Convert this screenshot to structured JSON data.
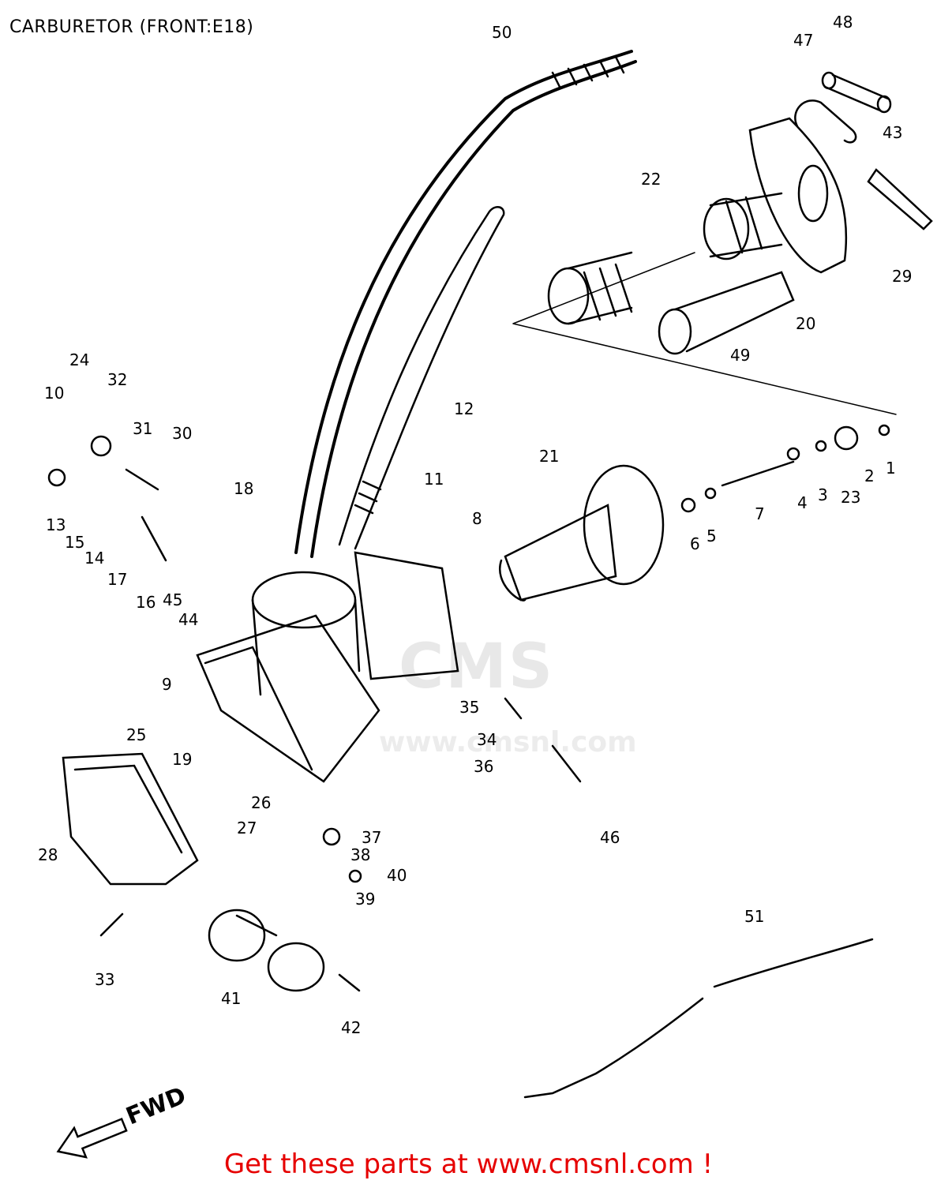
{
  "title": "CARBURETOR (FRONT:E18)",
  "footer": "Get these parts at www.cmsnl.com !",
  "watermark": {
    "logo_text": "CMS",
    "url_text": "www.cmsnl.com"
  },
  "fwd_label": "FWD",
  "part_callouts": [
    "50",
    "48",
    "47",
    "43",
    "22",
    "29",
    "20",
    "49",
    "24",
    "32",
    "10",
    "31",
    "30",
    "12",
    "21",
    "13",
    "15",
    "14",
    "17",
    "16",
    "18",
    "11",
    "8",
    "2",
    "1",
    "23",
    "3",
    "4",
    "7",
    "6",
    "5",
    "45",
    "44",
    "9",
    "25",
    "19",
    "26",
    "27",
    "28",
    "35",
    "34",
    "36",
    "46",
    "37",
    "38",
    "40",
    "39",
    "33",
    "41",
    "42",
    "51"
  ],
  "colors": {
    "footer_text": "#e60000",
    "line_art": "#000000",
    "watermark": "#e8e8e8"
  }
}
